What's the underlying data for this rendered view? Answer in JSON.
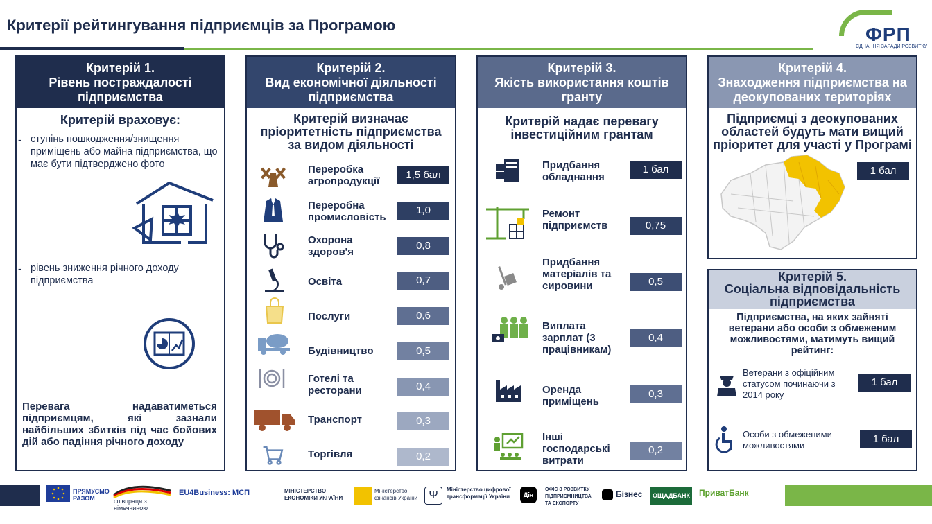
{
  "header": {
    "title": "Критерії рейтингування підприємців за Програмою",
    "logo_text": "ФРП",
    "logo_subtitle": "ЄДНАННЯ ЗАРАДИ РОЗВИТКУ"
  },
  "criteria": [
    {
      "title": [
        "Критерій 1.",
        "Рівень постраждалості",
        "підприємства"
      ],
      "subtitle": "Критерій враховує:",
      "bullets": [
        "ступінь пошкодження/знищення приміщень або майна підприємства, що має бути підтверджено фото",
        "рівень зниження річного доходу підприємства"
      ],
      "note": "Перевага надаватиметься підприємцям, які зазнали найбільших збитків під час бойових дій або падіння річного доходу"
    },
    {
      "title": [
        "Критерій 2.",
        "Вид економічної діяльності",
        "підприємства"
      ],
      "subtitle": [
        "Критерій визначає",
        "пріоритетність підприємства",
        "за видом діяльності"
      ],
      "rows": [
        {
          "icon": "windmill-icon",
          "label": "Переробка агропродукції",
          "score": "1,5 бал"
        },
        {
          "icon": "suit-icon",
          "label": "Переробна промисловість",
          "score": "1,0"
        },
        {
          "icon": "stethoscope-icon",
          "label": "Охорона здоров'я",
          "score": "0,8"
        },
        {
          "icon": "microscope-icon",
          "label": "Освіта",
          "score": "0,7"
        },
        {
          "icon": "shopping-bag-icon",
          "label": "Послуги",
          "score": "0,6"
        },
        {
          "icon": "concrete-mixer-icon",
          "label": "Будівництво",
          "score": "0,5"
        },
        {
          "icon": "plate-cutlery-icon",
          "label": "Готелі та ресторани",
          "score": "0,4"
        },
        {
          "icon": "truck-icon",
          "label": "Транспорт",
          "score": "0,3"
        },
        {
          "icon": "shopping-cart-icon",
          "label": "Торгівля",
          "score": "0,2"
        }
      ]
    },
    {
      "title": [
        "Критерій 3.",
        "Якість використання коштів",
        "гранту"
      ],
      "subtitle": [
        "Критерій надає перевагу",
        "інвестиційним грантам"
      ],
      "rows": [
        {
          "icon": "equipment-icon",
          "label": "Придбання обладнання",
          "score": "1 бал"
        },
        {
          "icon": "crane-icon",
          "label": "Ремонт підприємств",
          "score": "0,75"
        },
        {
          "icon": "hand-truck-icon",
          "label": "Придбання матеріалів та сировини",
          "score": "0,5"
        },
        {
          "icon": "workers-icon",
          "label": "Виплата зарплат (3 працівникам)",
          "score": "0,4"
        },
        {
          "icon": "factory-icon",
          "label": "Оренда приміщень",
          "score": "0,3"
        },
        {
          "icon": "presentation-icon",
          "label": "Інші господарські витрати",
          "score": "0,2"
        }
      ]
    },
    {
      "title": [
        "Критерій 4.",
        "Знаходження підприємства на",
        "деокупованих територіях"
      ],
      "subtitle": [
        "Підприємці з деокупованих",
        "областей будуть мати вищий",
        "пріоритет для участі у Програмі"
      ],
      "score": "1 бал"
    },
    {
      "title": [
        "Критерій 5.",
        "Соціальна відповідальність",
        "підприємства"
      ],
      "subtitle": [
        "Підприємства, на яких зайняті",
        "ветерани або особи з обмеженим",
        "можливостями, матимуть вищий",
        "рейтинг:"
      ],
      "rows": [
        {
          "icon": "veteran-icon",
          "label": "Ветерани з офіційним статусом починаючи з 2014 року",
          "score": "1 бал"
        },
        {
          "icon": "wheelchair-icon",
          "label": "Особи з обмеженими можливостями",
          "score": "1 бал"
        }
      ]
    }
  ],
  "footer": {
    "logos": [
      "ПРЯМУЄМО РАЗОМ",
      "співпраця з німеччиною",
      "EU4Business: МСП",
      "МІНІСТЕРСТВО ЕКОНОМІКИ УКРАЇНИ",
      "Міністерство фінансів України",
      "Міністерство цифрової трансформації України",
      "Дія",
      "ОФІС З РОЗВИТКУ ПІДПРИЄМНИЦТВА ТА ЕКСПОРТУ",
      "Бізнес",
      "ОЩАДБАНК",
      "ПриватБанк"
    ]
  },
  "colors": {
    "navy": "#1f2d4d",
    "green": "#7ab648",
    "map_highlight": "#f2c200"
  }
}
